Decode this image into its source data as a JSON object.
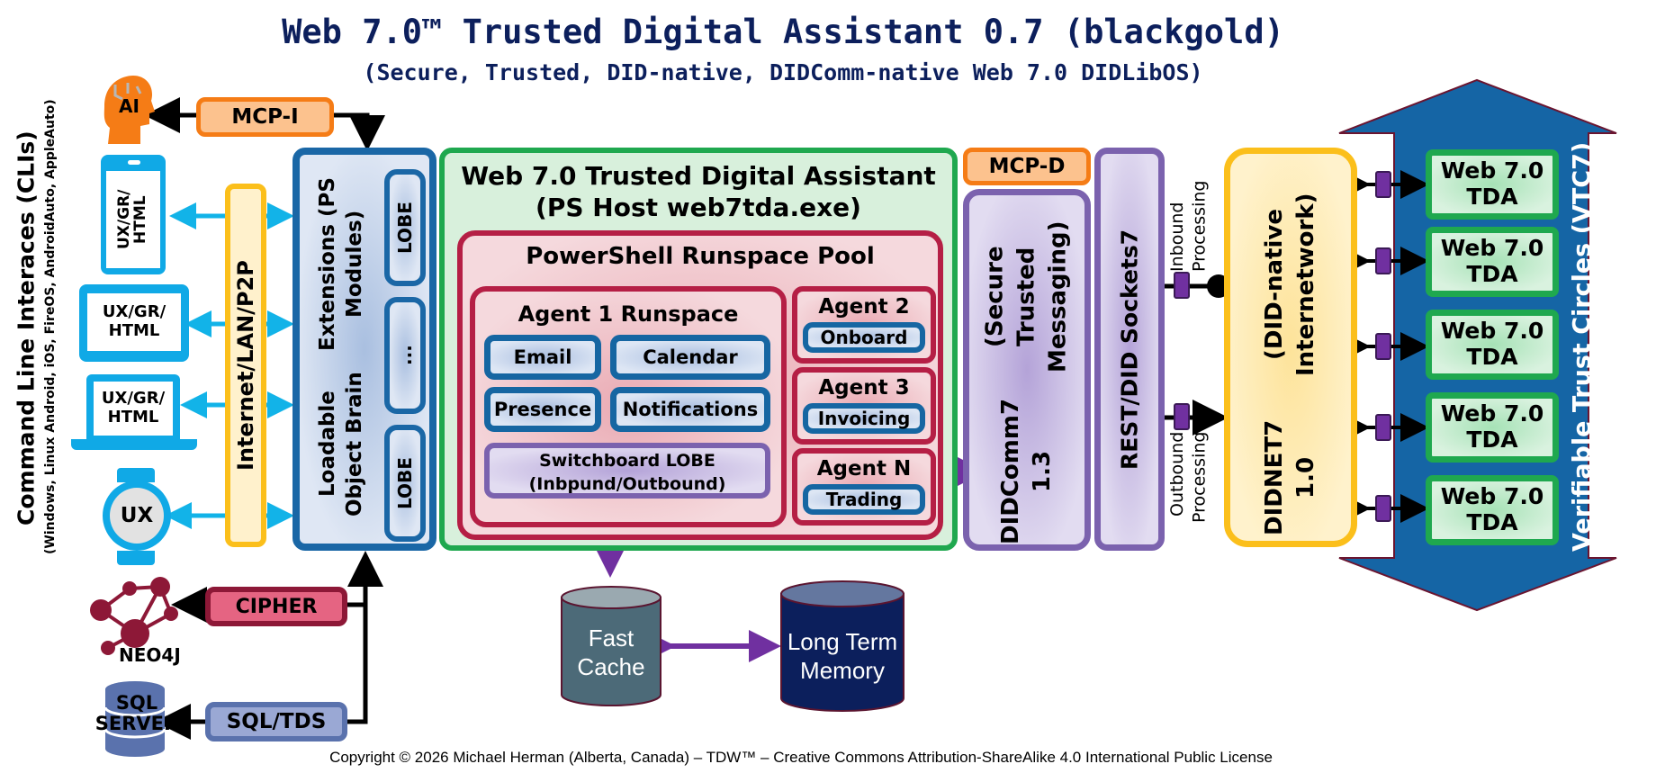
{
  "header": {
    "title": "Web 7.0™ Trusted Digital Assistant 0.7 (blackgold)",
    "subtitle": "(Secure, Trusted, DID-native, DIDComm-native Web 7.0 DIDLibOS)"
  },
  "cli": {
    "title": "Command Line Interaces (CLIs)",
    "platforms": "(Windows, Linux Android, iOS, FireOS, AndroidAuto, AppleAuto)",
    "devices": [
      {
        "type": "phone",
        "label": "UX/GR/ HTML"
      },
      {
        "type": "tablet",
        "label": "UX/GR/ HTML"
      },
      {
        "type": "laptop",
        "label": "UX/GR/ HTML"
      },
      {
        "type": "watch",
        "label": "UX"
      }
    ]
  },
  "ai": {
    "label": "AI",
    "protocol": "MCP-I"
  },
  "network_bar": {
    "label": "Internet/LAN/P2P"
  },
  "lobe_panel": {
    "title_line1": "Loadable Object Brain",
    "title_line2": "Extensions (PS Modules)",
    "slots": [
      "LOBE",
      "...",
      "LOBE"
    ]
  },
  "tda_host": {
    "title_line1": "Web 7.0 Trusted Digital Assistant",
    "title_line2": "(PS Host web7tda.exe)",
    "pool": {
      "title": "PowerShell Runspace Pool",
      "agent1": {
        "title": "Agent 1 Runspace",
        "skills": [
          "Email",
          "Calendar",
          "Presence",
          "Notifications"
        ],
        "switchboard_line1": "Switchboard LOBE",
        "switchboard_line2": "(Inbpund/Outbound)"
      },
      "agents": [
        {
          "title": "Agent 2",
          "skill": "Onboard"
        },
        {
          "title": "Agent 3",
          "skill": "Invoicing"
        },
        {
          "title": "Agent N",
          "skill": "Trading"
        }
      ]
    }
  },
  "storage": {
    "fast_cache": "Fast Cache",
    "long_term": "Long Term Memory"
  },
  "backends": [
    {
      "protocol": "CIPHER",
      "target": "NEO4J"
    },
    {
      "protocol": "SQL/TDS",
      "target": "SQL SERVER"
    }
  ],
  "mcp_d": {
    "label": "MCP-D"
  },
  "didcomm": {
    "line1": "DIDComm7 1.3",
    "line2": "(Secure Trusted Messaging)"
  },
  "sockets": {
    "label": "REST/DID Sockets7"
  },
  "processing": {
    "inbound": "Inbound Processing",
    "outbound": "Outbound Processing"
  },
  "didnet": {
    "line1": "DIDNET7 1.0",
    "line2": "(DID-native Internetwork)"
  },
  "vtc": {
    "label": "Verifiable Trust Circles (VTC7)",
    "peers": [
      {
        "line1": "Web 7.0",
        "line2": "TDA"
      },
      {
        "line1": "Web 7.0",
        "line2": "TDA"
      },
      {
        "line1": "Web 7.0",
        "line2": "TDA"
      },
      {
        "line1": "Web 7.0",
        "line2": "TDA"
      },
      {
        "line1": "Web 7.0",
        "line2": "TDA"
      }
    ]
  },
  "footer": {
    "copyright": "Copyright © 2026 Michael Herman (Alberta, Canada) – TDW™ – Creative Commons Attribution-ShareAlike 4.0 International Public License"
  },
  "colors": {
    "title": "#0c1f5c",
    "device_blue": "#10a9e6",
    "mcp_orange": "#f57c16",
    "lobe_blue": "#1a67a6",
    "tda_green": "#1fa84f",
    "agent_red": "#b51f45",
    "didcomm_purple": "#7b62ae",
    "didnet_gold": "#fbbf1b",
    "vtc_blue": "#1565a5",
    "cipher_red": "#e56482",
    "sql_blue": "#8698c8"
  }
}
